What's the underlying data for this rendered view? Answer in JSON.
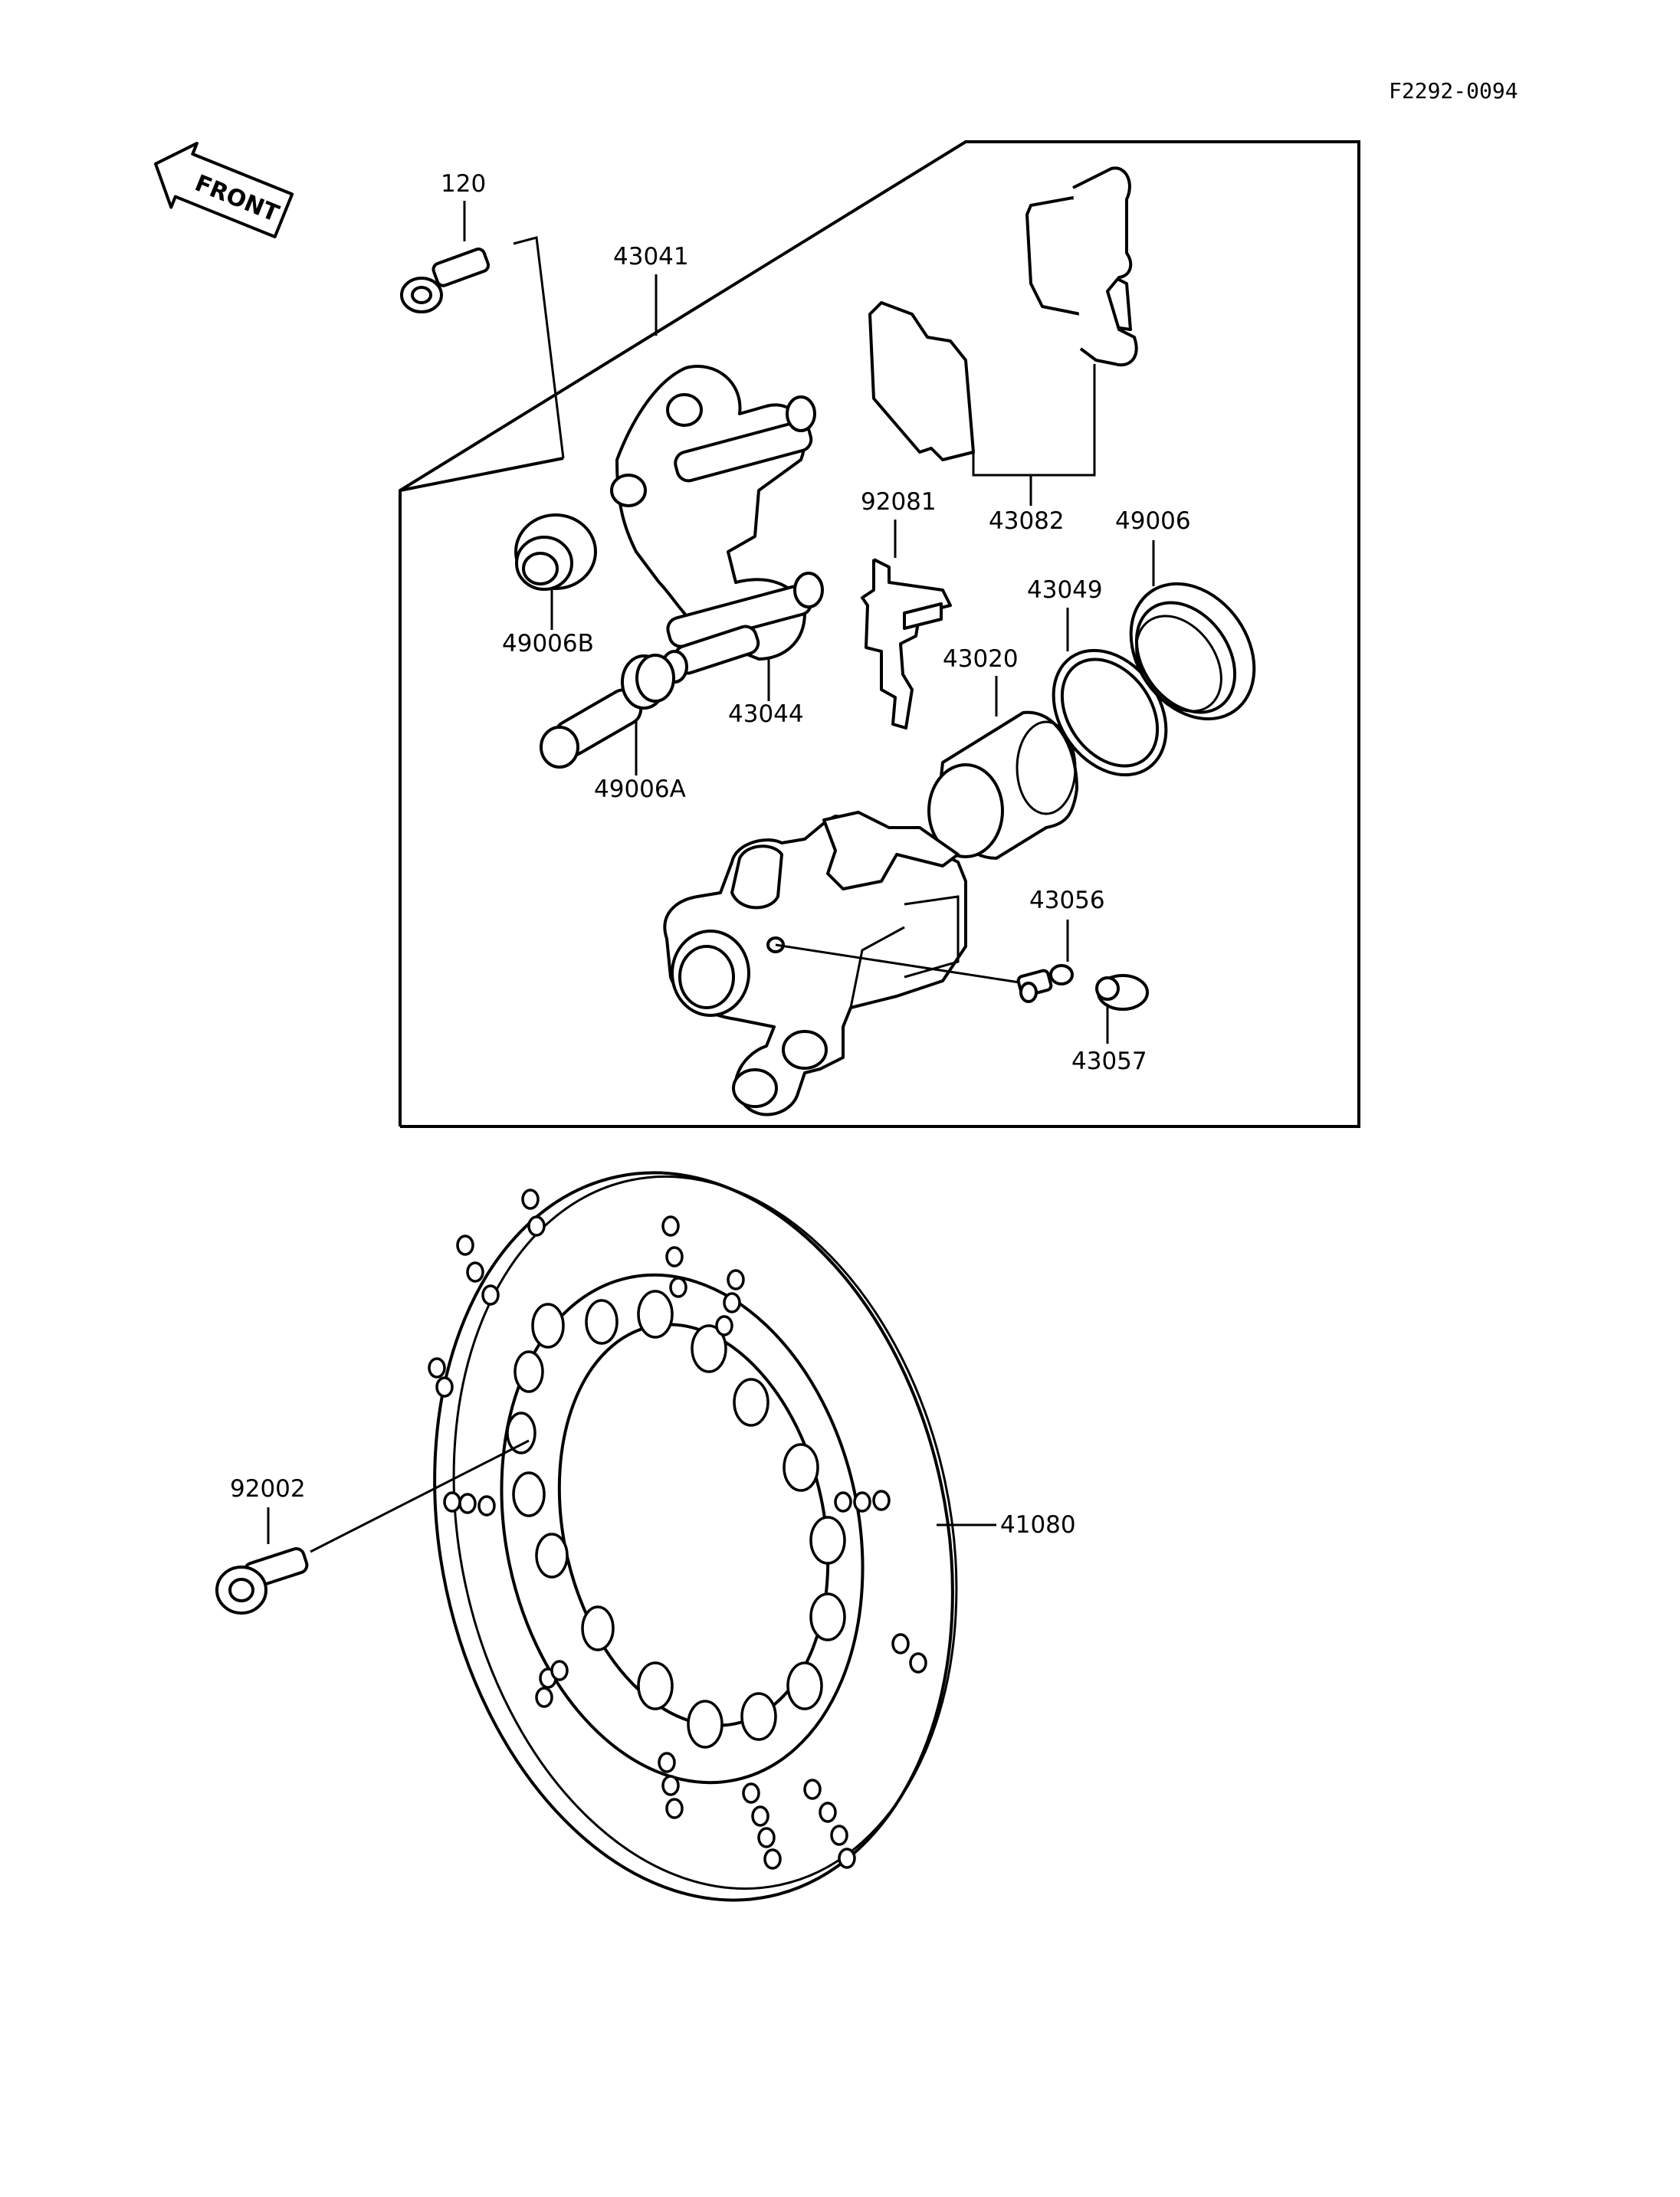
{
  "diagram_code": "F2292-0094",
  "direction_label": "FRONT",
  "parts": {
    "bolt_caliper": "120",
    "caliper_holder": "43041",
    "brake_pads": "43082",
    "pad_spring": "92081",
    "dust_seal_pin_b": "49006B",
    "pin_holder": "43044",
    "dust_seal_pin_a": "49006A",
    "dust_seal": "49006",
    "piston_seal": "43049",
    "piston": "43020",
    "bleed_valve": "43056",
    "bleed_cap": "43057",
    "disc_bolt": "92002",
    "brake_disc": "41080"
  }
}
